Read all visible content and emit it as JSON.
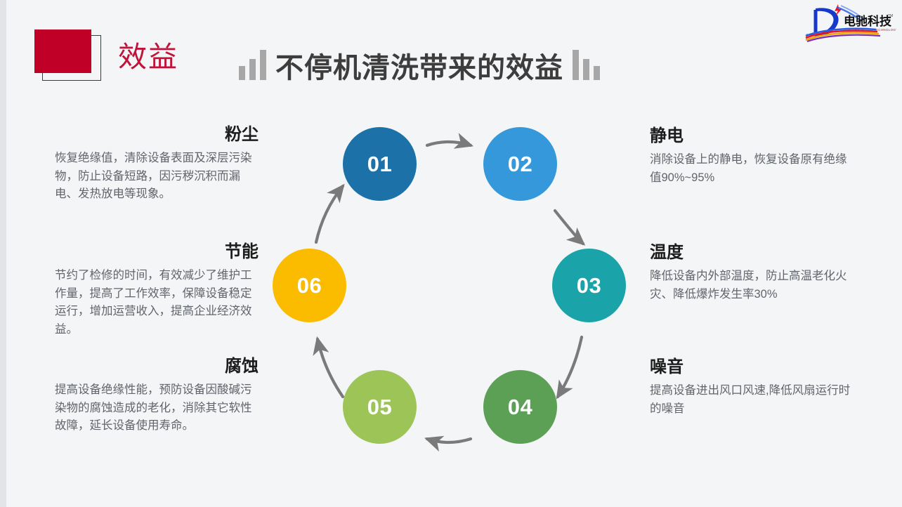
{
  "header": {
    "section_label": "效益",
    "title": "不停机清洗带来的效益",
    "decor_left_icon": "bar-chart-ascending-icon",
    "decor_right_icon": "bar-chart-descending-icon",
    "accent_color": "#c00026",
    "label_color": "#c1123a",
    "title_color": "#3d3d3d"
  },
  "logo": {
    "brand_cn": "电驰科技",
    "brand_en": "ELECTRICAL CHI TECHNOLOGY",
    "trademark": "TM"
  },
  "diagram": {
    "type": "cycle",
    "nodes": [
      {
        "number": "01",
        "color": "#1b71a8",
        "topic": "粉尘"
      },
      {
        "number": "02",
        "color": "#3498db",
        "topic": "静电"
      },
      {
        "number": "03",
        "color": "#1aa3a8",
        "topic": "温度"
      },
      {
        "number": "04",
        "color": "#5ba055",
        "topic": "噪音"
      },
      {
        "number": "05",
        "color": "#9cc457",
        "topic": "腐蚀"
      },
      {
        "number": "06",
        "color": "#fbbc00",
        "topic": "节能"
      }
    ],
    "arrow_color": "#7a7a7a"
  },
  "blocks": {
    "dust": {
      "title": "粉尘",
      "desc": "恢复绝缘值，清除设备表面及深层污染物，防止设备短路，因污秽沉积而漏电、发热放电等现象。"
    },
    "energy": {
      "title": "节能",
      "desc": "节约了检修的时间，有效减少了维护工作量，提高了工作效率，保障设备稳定运行，增加运营收入，提高企业经济效益。"
    },
    "corrosion": {
      "title": "腐蚀",
      "desc": "提高设备绝缘性能，预防设备因酸碱污染物的腐蚀造成的老化，消除其它软性故障，延长设备使用寿命。"
    },
    "static": {
      "title": "静电",
      "desc": "消除设备上的静电，恢复设备原有绝缘值90%~95%"
    },
    "temperature": {
      "title": "温度",
      "desc": "降低设备内外部温度，防止高温老化火灾、降低爆炸发生率30%"
    },
    "noise": {
      "title": "噪音",
      "desc": "提高设备进出风口风速,降低风扇运行时的噪音"
    }
  }
}
